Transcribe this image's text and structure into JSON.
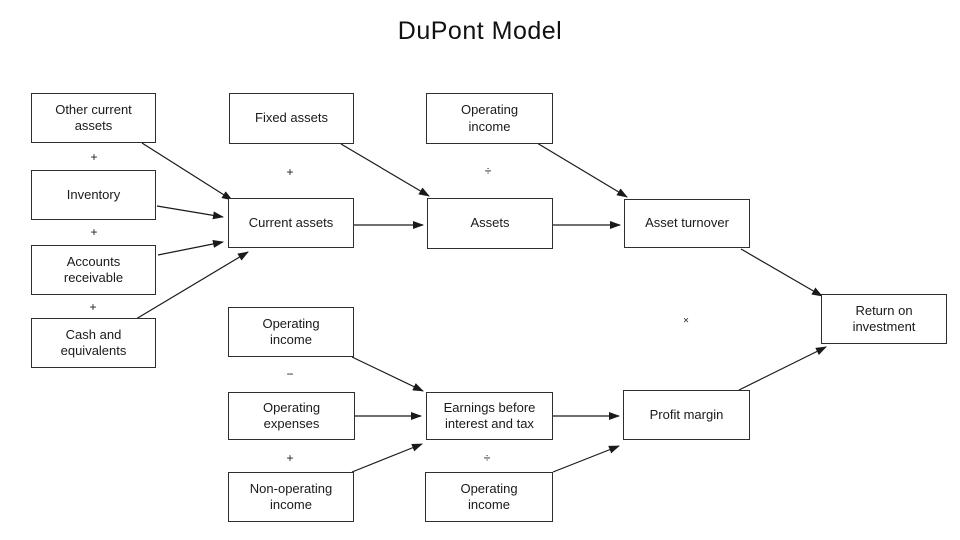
{
  "title": "DuPont Model",
  "nodes": {
    "other_current_assets": {
      "label": "Other current\nassets"
    },
    "inventory": {
      "label": "Inventory"
    },
    "accounts_receivable": {
      "label": "Accounts\nreceivable"
    },
    "cash_and_equivalents": {
      "label": "Cash and\nequivalents"
    },
    "fixed_assets": {
      "label": "Fixed assets"
    },
    "current_assets": {
      "label": "Current assets"
    },
    "operating_income_top": {
      "label": "Operating\nincome"
    },
    "assets": {
      "label": "Assets"
    },
    "asset_turnover": {
      "label": "Asset turnover"
    },
    "return_on_investment": {
      "label": "Return on\ninvestment"
    },
    "operating_income_mid": {
      "label": "Operating\nincome"
    },
    "operating_expenses": {
      "label": "Operating\nexpenses"
    },
    "non_operating_income": {
      "label": "Non-operating\nincome"
    },
    "ebit": {
      "label": "Earnings before\ninterest and tax"
    },
    "operating_income_bottom": {
      "label": "Operating\nincome"
    },
    "profit_margin": {
      "label": "Profit margin"
    }
  },
  "operators": {
    "plus_inventory": "+",
    "plus_accounts_receivable": "+",
    "plus_cash": "+",
    "plus_fixed_assets": "+",
    "divide_assets": "÷",
    "multiply_roi": "×",
    "minus_operating_expenses": "−",
    "plus_non_operating": "+",
    "divide_operating_income": "÷"
  },
  "edges": [
    {
      "from": "other_current_assets",
      "to": "current_assets"
    },
    {
      "from": "inventory",
      "to": "current_assets"
    },
    {
      "from": "accounts_receivable",
      "to": "current_assets"
    },
    {
      "from": "cash_and_equivalents",
      "to": "current_assets"
    },
    {
      "from": "fixed_assets",
      "to": "assets"
    },
    {
      "from": "current_assets",
      "to": "assets"
    },
    {
      "from": "operating_income_top",
      "to": "asset_turnover"
    },
    {
      "from": "assets",
      "to": "asset_turnover"
    },
    {
      "from": "asset_turnover",
      "to": "return_on_investment"
    },
    {
      "from": "profit_margin",
      "to": "return_on_investment"
    },
    {
      "from": "operating_income_mid",
      "to": "ebit"
    },
    {
      "from": "operating_expenses",
      "to": "ebit"
    },
    {
      "from": "non_operating_income",
      "to": "ebit"
    },
    {
      "from": "ebit",
      "to": "profit_margin"
    },
    {
      "from": "operating_income_bottom",
      "to": "profit_margin"
    }
  ],
  "colors": {
    "background": "#ffffff",
    "line": "#1a1a1a",
    "border": "#2e2e2e",
    "text": "#1a1a1a"
  }
}
